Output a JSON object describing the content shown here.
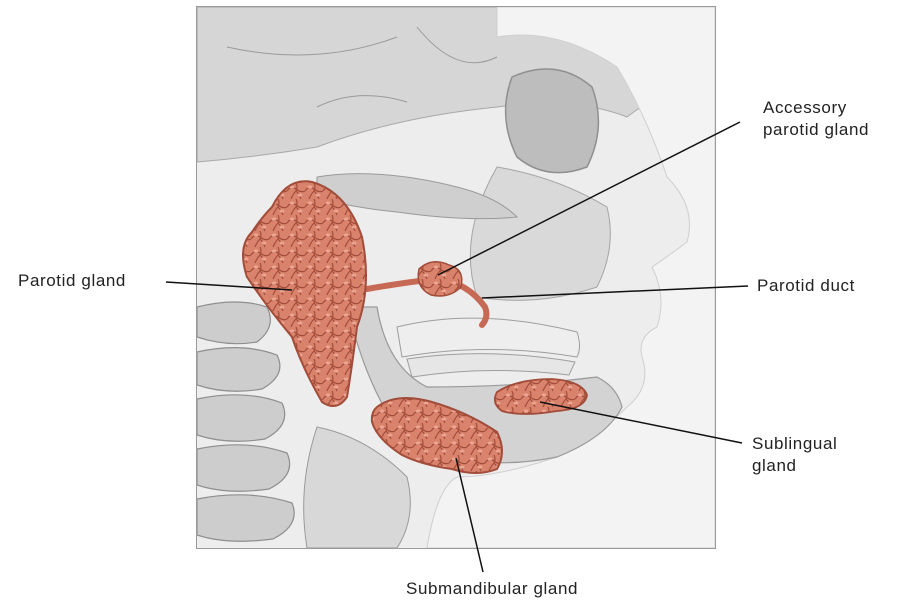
{
  "labels": {
    "parotid_gland": "Parotid gland",
    "accessory_parotid_gland_line1": "Accessory",
    "accessory_parotid_gland_line2": "parotid gland",
    "parotid_duct": "Parotid duct",
    "sublingual_gland_line1": "Sublingual",
    "sublingual_gland_line2": "gland",
    "submandibular_gland": "Submandibular gland"
  },
  "colors": {
    "gland": "#d9826c",
    "gland_outline": "#a24c3a",
    "bone": "#d4d4d4",
    "skin": "#e2e2e2",
    "leader_line": "#111111"
  }
}
